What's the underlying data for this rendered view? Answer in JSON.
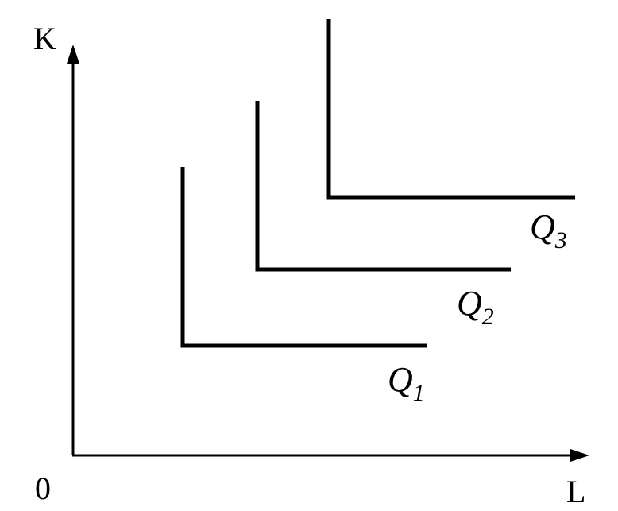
{
  "axes": {
    "y_label": "K",
    "x_label": "L",
    "origin_label": "0"
  },
  "isoquants": [
    {
      "letter": "Q",
      "subscript": "1"
    },
    {
      "letter": "Q",
      "subscript": "2"
    },
    {
      "letter": "Q",
      "subscript": "3"
    }
  ],
  "colors": {
    "ink": "#000000",
    "background": "#ffffff"
  }
}
